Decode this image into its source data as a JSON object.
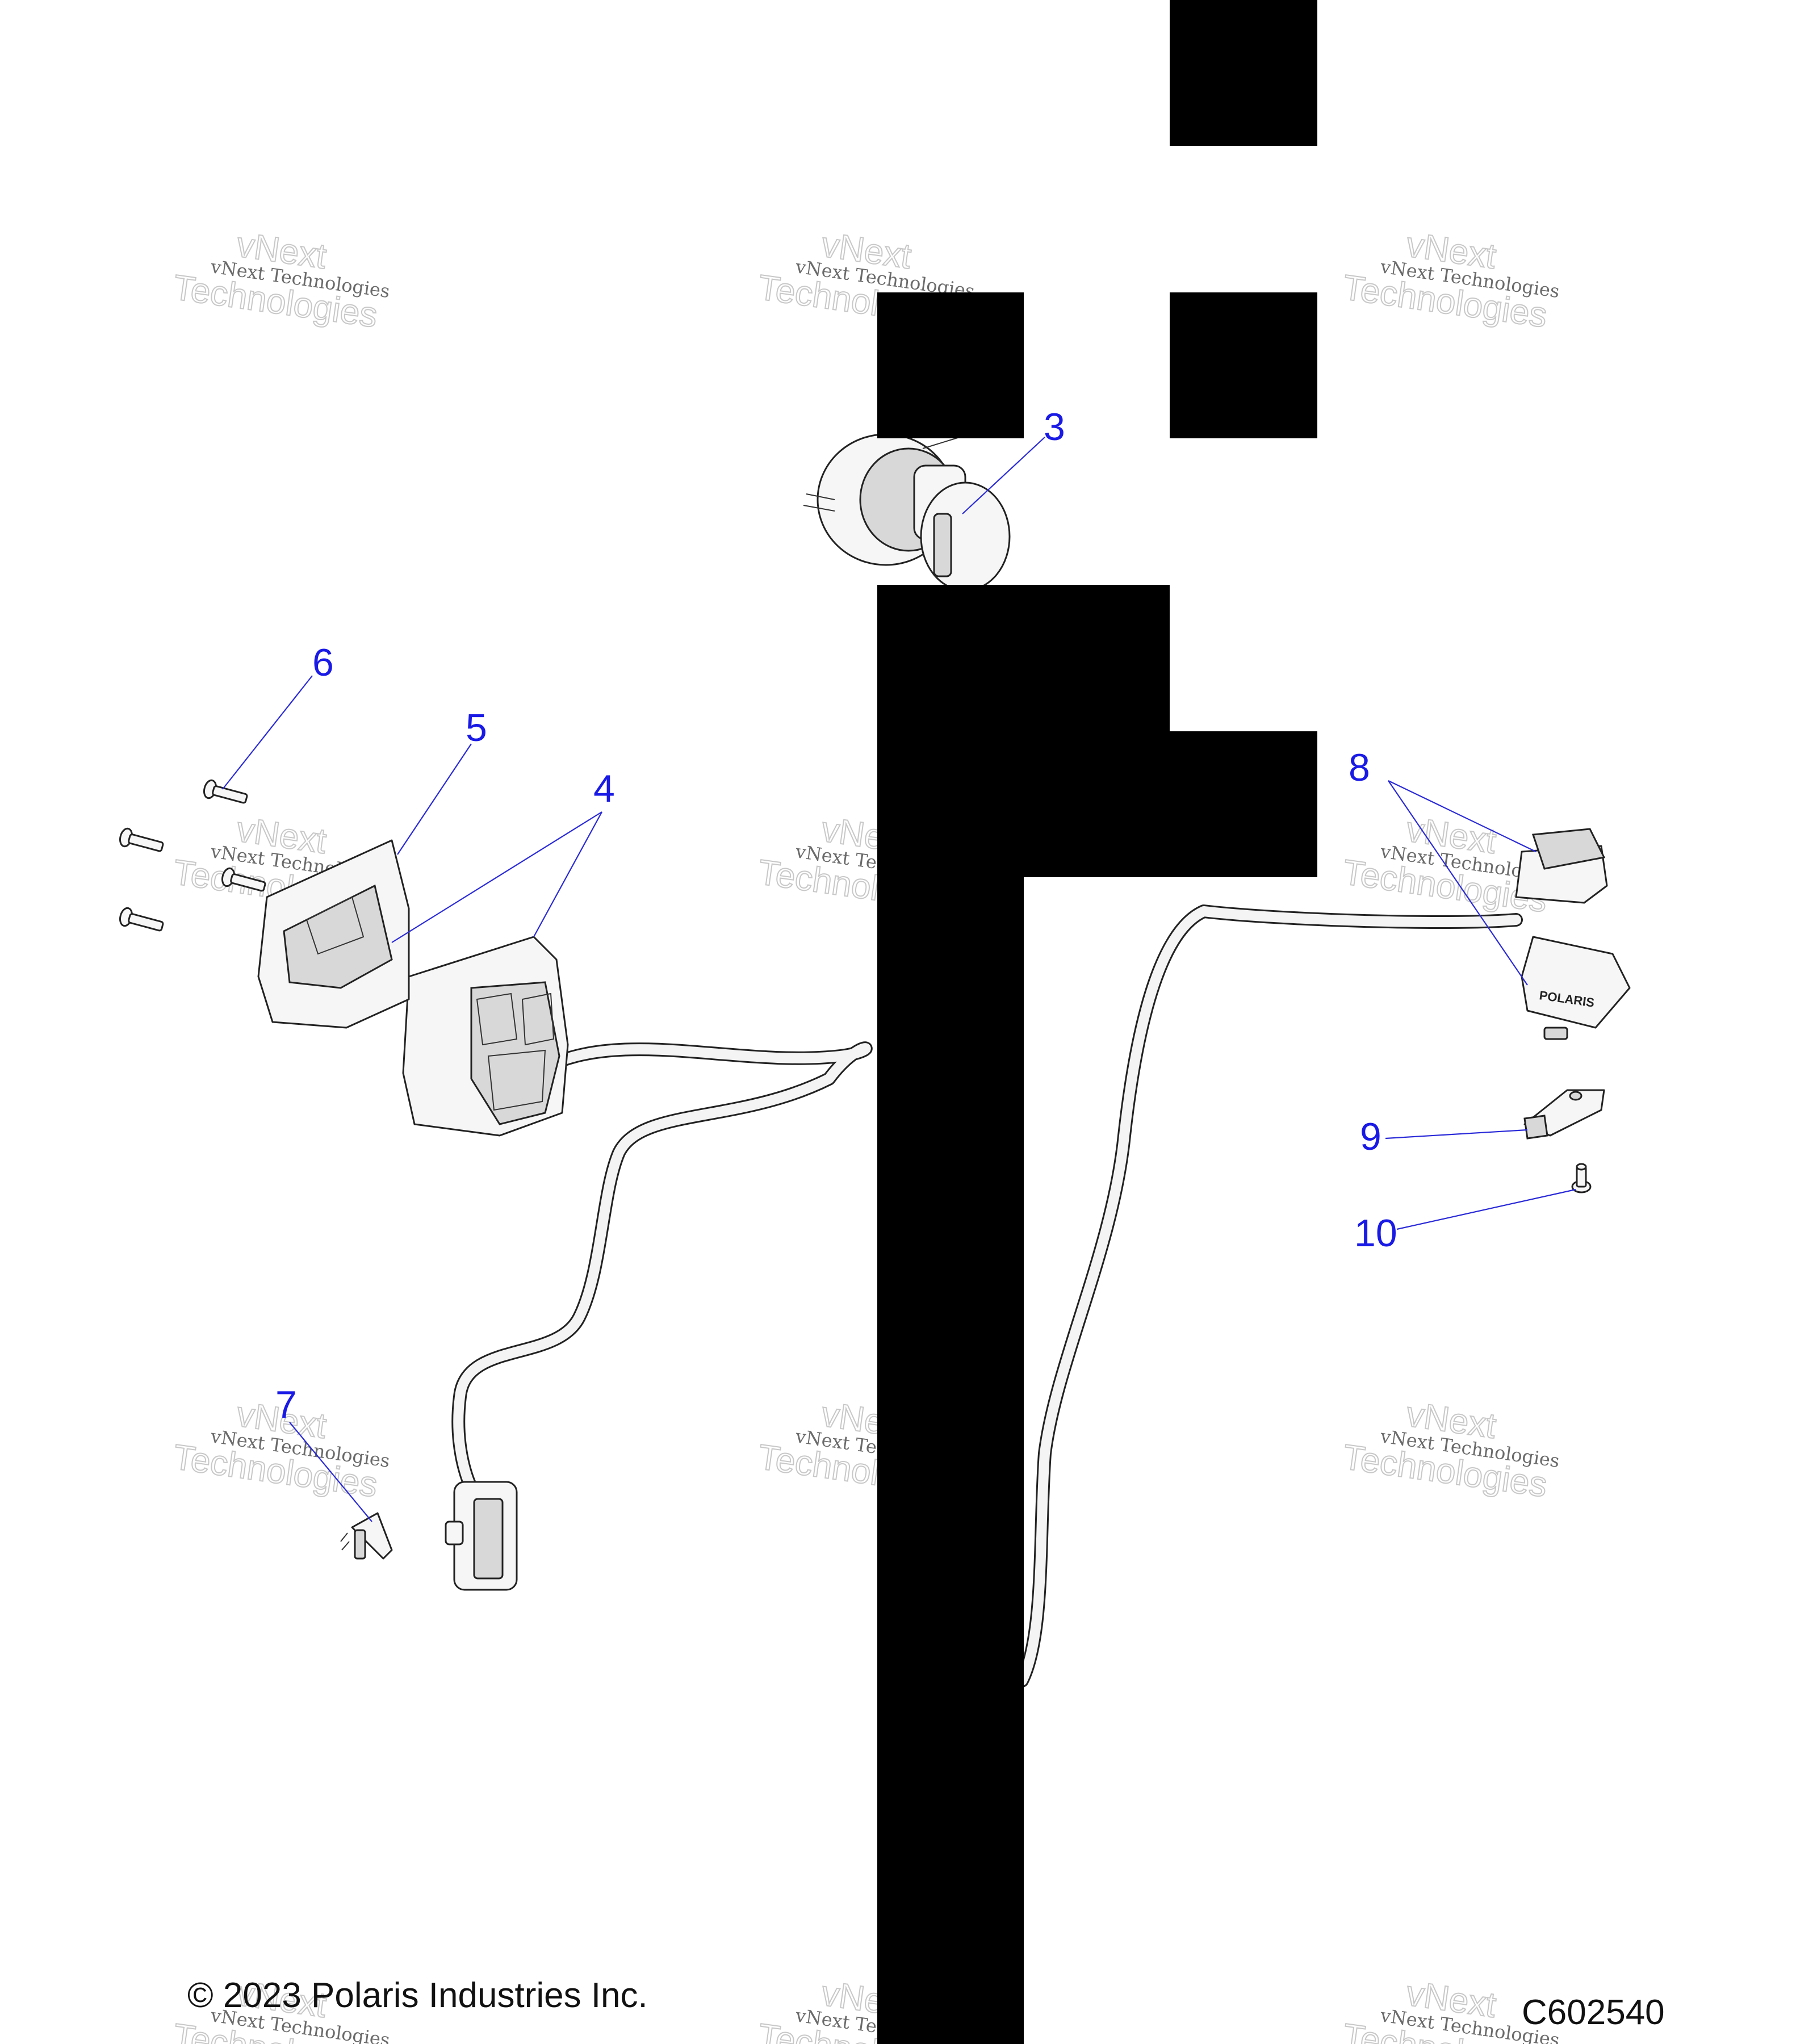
{
  "watermark": {
    "line1": "vNext Technologies",
    "line2": "vNext",
    "line3": "Technologies"
  },
  "callouts": {
    "c3": "3",
    "c4": "4",
    "c5": "5",
    "c6": "6",
    "c7": "7",
    "c8": "8",
    "c9": "9",
    "c10": "10"
  },
  "footer": {
    "copyright": "© 2023 Polaris Industries Inc.",
    "drawing_number": "C602540"
  },
  "part_labels": {
    "logo": "POLARIS"
  },
  "colors": {
    "callout": "#1a1ae6",
    "mask": "#000000",
    "background": "#ffffff"
  }
}
